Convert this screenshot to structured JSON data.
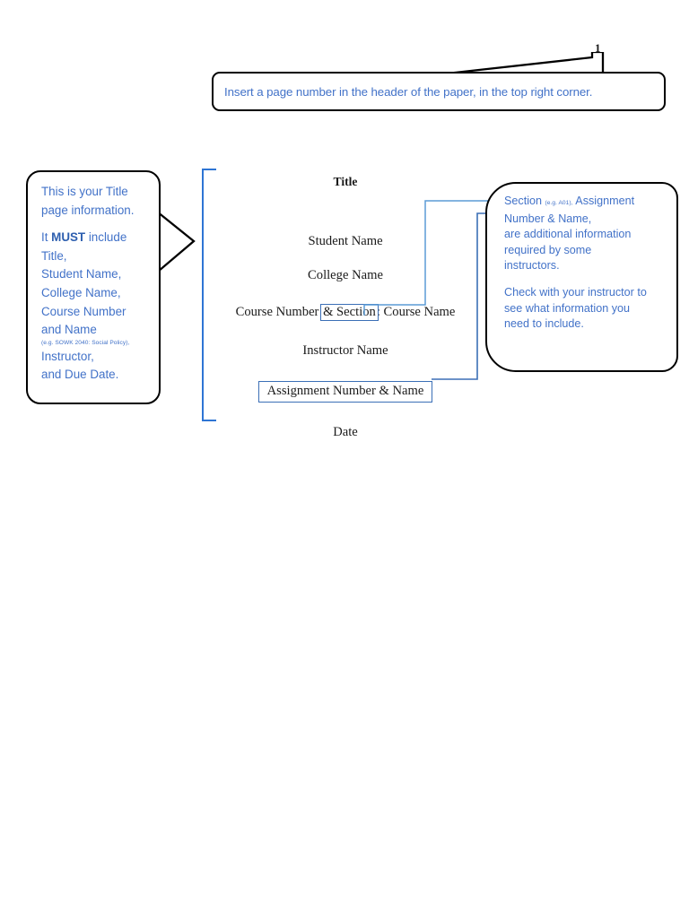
{
  "document": {
    "page_number": "1",
    "accent_blue": "#4272C8",
    "line_blue": "#3B6FB6",
    "bracket_blue": "#2E75D4",
    "outline_black": "#000000"
  },
  "top_callout": {
    "text": "Insert a page number in the header of the paper, in the top right corner."
  },
  "left_callout": {
    "line1": "This is your Title",
    "line2": "page information.",
    "line3_pre": "It ",
    "line3_bold": "MUST",
    "line3_post": " include",
    "line4": "Title,",
    "line5": "Student Name,",
    "line6": "College Name,",
    "line7": "Course Number",
    "line8": "and Name",
    "line9_small": "(e.g. SOWK 2040: Social Policy),",
    "line10": "Instructor,",
    "line11": "and Due Date."
  },
  "right_callout": {
    "line1_pre": "Section ",
    "line1_small": "(e.g. A01),",
    "line1_post": " Assignment",
    "line2": "Number & Name,",
    "line3": "are additional information",
    "line4": "required by some",
    "line5": "instructors.",
    "line6": "Check with your instructor to",
    "line7": "see what information you",
    "line8": "need to include."
  },
  "title_page": {
    "title": "Title",
    "student_name": "Student Name",
    "college_name": "College Name",
    "course_prefix": "Course Number ",
    "course_section_boxed": "& Section",
    "course_suffix": ": Course Name",
    "instructor_name": "Instructor Name",
    "assignment_boxed": "Assignment Number & Name",
    "date": "Date"
  }
}
